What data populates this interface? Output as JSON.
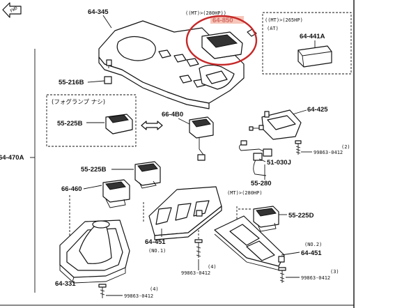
{
  "labels": {
    "fwd": "FWD",
    "l64_345": "64-345",
    "l55_216b": "55-216B",
    "l64_470a": "64-470A",
    "cond_mt280_top": "((MT)>(280HP))",
    "hidden_top": "64-850",
    "cond_mt265": "((MT)>(265HP)",
    "cond_at": "(AT)",
    "l64_441a": "64-441A",
    "fog_note": "(フォグランプ ナシ)",
    "l55_225b_top": "55-225B",
    "l66_4b0": "66-4B0",
    "l64_425": "64-425",
    "l99863_top": "99863-0412",
    "qty_2": "(2)",
    "l51_030j": "51-030J",
    "l55_225b_mid": "55-225B",
    "l66_460": "66-460",
    "l55_280": "55-280",
    "cond_mt280_mid": "(MT)>(280HP)",
    "l55_225d": "55-225D",
    "l64_451_left": "64-451",
    "no1": "(NO.1)",
    "qty_4_mid": "(4)",
    "l99863_mid": "99863-0412",
    "no2": "(NO.2)",
    "l64_451_right": "64-451",
    "qty_3": "(3)",
    "l99863_right": "99863-0412",
    "l64_331": "64-331",
    "l99863_bot": "99863-0412",
    "qty_4_bot": "(4)"
  },
  "colors": {
    "highlight": "#c62828",
    "ink": "#111111"
  }
}
